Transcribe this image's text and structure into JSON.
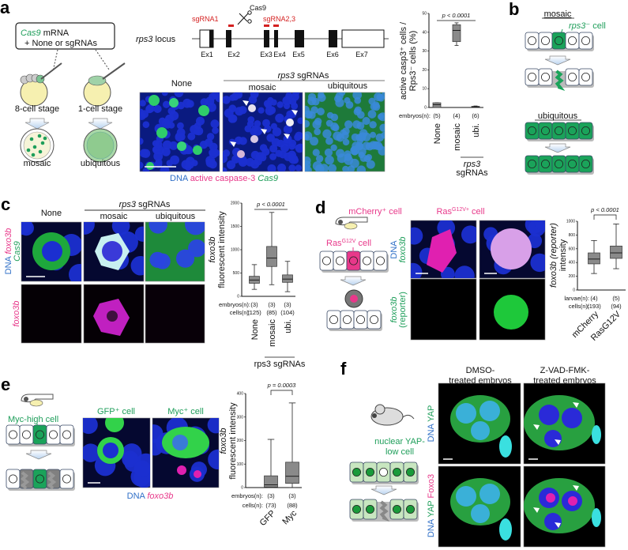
{
  "colors": {
    "green": "#1e9e5a",
    "magenta": "#e8388a",
    "blue": "#2f6fc7",
    "red": "#d42020",
    "box_fill": "#8a8a8a",
    "cell_green": "#1aa35a",
    "ras_pink": "#e8388a"
  },
  "panel_labels": {
    "a": "a",
    "b": "b",
    "c": "c",
    "d": "d",
    "e": "e",
    "f": "f"
  },
  "a": {
    "injection": {
      "cas9": "Cas9",
      "mrna": " mRNA",
      "line2": "+ None or sgRNAs"
    },
    "stage_8cell": "8-cell stage",
    "stage_1cell": "1-cell stage",
    "result_mosaic": "mosaic",
    "result_ubiquitous": "ubiquitous",
    "locus": {
      "gene": "rps3",
      "label": " locus",
      "exons": [
        "Ex1",
        "Ex2",
        "Ex3",
        "Ex4",
        "Ex5",
        "Ex6",
        "Ex7"
      ],
      "sgrna1": "sgRNA1",
      "sgrna23": "sgRNA2,3",
      "cas9": "Cas9",
      "scissors_icon": "scissors"
    },
    "columns": {
      "none": "None",
      "group_gene": "rps3",
      "group_rest": " sgRNAs",
      "mosaic": "mosaic",
      "ubiquitous": "ubiquitous"
    },
    "legend": {
      "dna": "DNA",
      "casp3": "active caspase-3",
      "cas9": "Cas9"
    }
  },
  "b": {
    "mosaic": "mosaic",
    "rps3_cell": {
      "gene": "rps3",
      "sup": "⁻",
      "rest": " cell"
    },
    "ubiquitous": "ubiquitous"
  },
  "c": {
    "columns": {
      "none": "None",
      "group_gene": "rps3",
      "group_rest": " sgRNAs",
      "mosaic": "mosaic",
      "ubiquitous": "ubiquitous"
    },
    "row1_labels": {
      "dna": "DNA",
      "foxo3b": "foxo3b",
      "cas9": "Cas9"
    },
    "row2_label": "foxo3b"
  },
  "d": {
    "ras_cell": {
      "base": "Ras",
      "sup": "G12V",
      "rest": " cell"
    },
    "col_mcherry": "mCherry⁺ cell",
    "col_ras": {
      "base": "Ras",
      "sup": "G12V+",
      "rest": " cell"
    },
    "row1_labels": {
      "dna": "DNA",
      "foxo3b": "foxo3b"
    },
    "row2_labels": {
      "foxo3b": "foxo3b",
      "reporter": "(reporter)"
    }
  },
  "e": {
    "myc_cell": "Myc-high cell",
    "col_gfp": "GFP⁺ cell",
    "col_myc": "Myc⁺ cell",
    "legend": {
      "dna": "DNA",
      "foxo3b": "foxo3b"
    }
  },
  "f": {
    "col_dmso": [
      "DMSO-",
      "treated embryos"
    ],
    "col_zvad": [
      "Z-VAD-FMK-",
      "treated embryos"
    ],
    "row1_labels": {
      "dna": "DNA",
      "yap": "YAP"
    },
    "row2_labels": {
      "dna": "DNA",
      "yap": "YAP",
      "foxo3": "Foxo3"
    },
    "yap_cell": [
      "nuclear YAP-",
      "low cell"
    ]
  },
  "chart_data": [
    {
      "type": "box",
      "panel": "a",
      "ylabel": [
        "active casp3⁺ cells /",
        "Rps3⁻ cells (%)"
      ],
      "ylim": [
        0,
        50
      ],
      "yticks": [
        0,
        10,
        20,
        30,
        40,
        50
      ],
      "categories": [
        "None",
        "mosaic",
        "ubi."
      ],
      "boxes": [
        {
          "min": 0,
          "q1": 0,
          "median": 1.5,
          "q3": 2.5,
          "max": 2.5
        },
        {
          "min": 33,
          "q1": 35,
          "median": 41,
          "q3": 44,
          "max": 45
        },
        {
          "min": 0,
          "q1": 0,
          "median": 0.3,
          "q3": 0.6,
          "max": 0.8
        }
      ],
      "n_rows": [
        {
          "label": "embryos(n):",
          "values": [
            "(5)",
            "(4)",
            "(6)"
          ]
        }
      ],
      "p_value": "p < 0.0001",
      "group_label": [
        "rps3",
        "sgRNAs"
      ]
    },
    {
      "type": "box",
      "panel": "c",
      "ylabel": [
        "foxo3b",
        "fluorescent intensity"
      ],
      "ylim": [
        0,
        2000
      ],
      "yticks": [
        0,
        500,
        1000,
        1500,
        2000
      ],
      "categories": [
        "None",
        "mosaic",
        "ubi."
      ],
      "boxes": [
        {
          "min": 150,
          "q1": 280,
          "median": 350,
          "q3": 430,
          "max": 680
        },
        {
          "min": 250,
          "q1": 640,
          "median": 820,
          "q3": 1070,
          "max": 1800
        },
        {
          "min": 100,
          "q1": 300,
          "median": 370,
          "q3": 460,
          "max": 750
        }
      ],
      "n_rows": [
        {
          "label": "embryos(n):",
          "values": [
            "(3)",
            "(3)",
            "(3)"
          ]
        },
        {
          "label": "cells(n):",
          "values": [
            "(125)",
            "(85)",
            "(104)"
          ]
        }
      ],
      "p_value": "p < 0.0001",
      "group_label": [
        "rps3 sgRNAs"
      ]
    },
    {
      "type": "box",
      "panel": "d",
      "ylabel": [
        "foxo3b (reporter)",
        "intensity"
      ],
      "ylim": [
        0,
        1000
      ],
      "yticks": [
        0,
        200,
        400,
        600,
        800,
        1000
      ],
      "categories": [
        "mCherry",
        "RasG12V"
      ],
      "boxes": [
        {
          "min": 240,
          "q1": 380,
          "median": 450,
          "q3": 540,
          "max": 720
        },
        {
          "min": 310,
          "q1": 460,
          "median": 540,
          "q3": 640,
          "max": 960
        }
      ],
      "n_rows": [
        {
          "label": "larvae(n):",
          "values": [
            "(4)",
            "(5)"
          ]
        },
        {
          "label": "cells(n):",
          "values": [
            "(193)",
            "(94)"
          ]
        }
      ],
      "p_value": "p < 0.0001"
    },
    {
      "type": "box",
      "panel": "e",
      "ylabel": [
        "foxo3b",
        "fluorescent intensity"
      ],
      "ylim": [
        0,
        400
      ],
      "yticks": [
        0,
        100,
        200,
        300,
        400
      ],
      "categories": [
        "GFP",
        "Myc"
      ],
      "boxes": [
        {
          "min": 0,
          "q1": 2,
          "median": 12,
          "q3": 50,
          "max": 205
        },
        {
          "min": 0,
          "q1": 18,
          "median": 48,
          "q3": 108,
          "max": 360
        }
      ],
      "n_rows": [
        {
          "label": "embryos(n):",
          "values": [
            "(3)",
            "(3)"
          ]
        },
        {
          "label": "cells(n):",
          "values": [
            "(73)",
            "(88)"
          ]
        }
      ],
      "p_value": "p = 0.0003"
    }
  ]
}
